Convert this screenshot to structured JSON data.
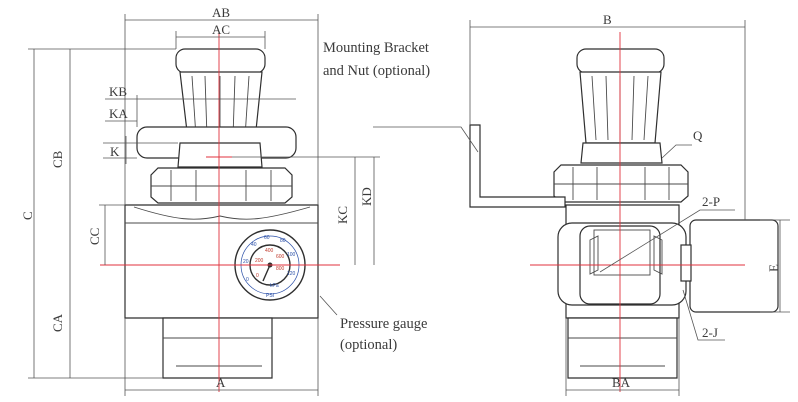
{
  "labels": {
    "ab": "AB",
    "ac": "AC",
    "kb": "KB",
    "ka": "KA",
    "k": "K",
    "c": "C",
    "cb": "CB",
    "cc": "CC",
    "ca": "CA",
    "kc": "KC",
    "kd": "KD",
    "a": "A",
    "b": "B",
    "ba": "BA",
    "e": "E",
    "q": "Q",
    "p": "2-P",
    "j": "2-J"
  },
  "notes": {
    "bracket_line1": "Mounting Bracket",
    "bracket_line2": "and Nut (optional)",
    "gauge_line1": "Pressure gauge",
    "gauge_line2": "(optional)"
  },
  "gauge": {
    "unit_kpa": "kPa",
    "unit_psi": "PSI",
    "outer_scale": [
      "0",
      "20",
      "40",
      "60",
      "80",
      "100",
      "120"
    ],
    "inner_scale": [
      "0",
      "200",
      "400",
      "600",
      "800"
    ]
  },
  "colors": {
    "centerline": "#e0323c",
    "gauge_scale": "#2a4fa8",
    "outline": "#2f2f2f"
  }
}
